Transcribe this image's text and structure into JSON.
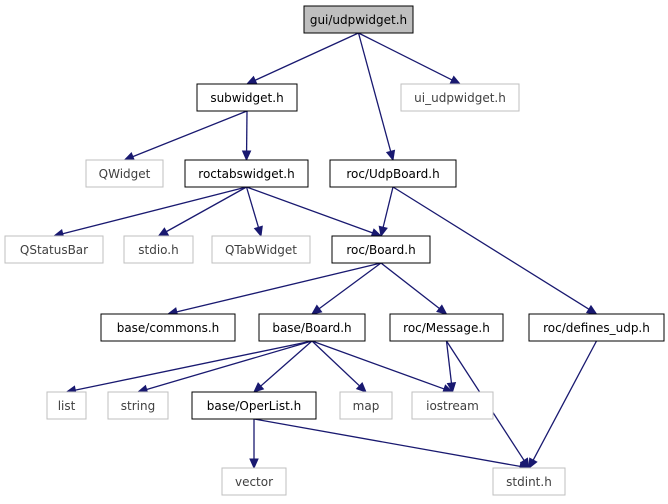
{
  "graph": {
    "nodes": [
      {
        "id": "n_udpwidget",
        "label": "gui/udpwidget.h",
        "style": "root"
      },
      {
        "id": "n_subwidget",
        "label": "subwidget.h",
        "style": "documented"
      },
      {
        "id": "n_ui_udp",
        "label": "ui_udpwidget.h",
        "style": "external"
      },
      {
        "id": "n_qwidget",
        "label": "QWidget",
        "style": "external"
      },
      {
        "id": "n_roctabs",
        "label": "roctabswidget.h",
        "style": "documented"
      },
      {
        "id": "n_udpboard",
        "label": "roc/UdpBoard.h",
        "style": "documented"
      },
      {
        "id": "n_qstatusbar",
        "label": "QStatusBar",
        "style": "external"
      },
      {
        "id": "n_stdio",
        "label": "stdio.h",
        "style": "external"
      },
      {
        "id": "n_qtabwidget",
        "label": "QTabWidget",
        "style": "external"
      },
      {
        "id": "n_rocboard",
        "label": "roc/Board.h",
        "style": "documented"
      },
      {
        "id": "n_commons",
        "label": "base/commons.h",
        "style": "documented"
      },
      {
        "id": "n_baseboard",
        "label": "base/Board.h",
        "style": "documented"
      },
      {
        "id": "n_message",
        "label": "roc/Message.h",
        "style": "documented"
      },
      {
        "id": "n_defines",
        "label": "roc/defines_udp.h",
        "style": "documented"
      },
      {
        "id": "n_list",
        "label": "list",
        "style": "external"
      },
      {
        "id": "n_string",
        "label": "string",
        "style": "external"
      },
      {
        "id": "n_operlist",
        "label": "base/OperList.h",
        "style": "documented"
      },
      {
        "id": "n_map",
        "label": "map",
        "style": "external"
      },
      {
        "id": "n_iostream",
        "label": "iostream",
        "style": "external"
      },
      {
        "id": "n_vector",
        "label": "vector",
        "style": "external"
      },
      {
        "id": "n_stdint",
        "label": "stdint.h",
        "style": "external"
      }
    ],
    "edges": [
      [
        "n_udpwidget",
        "n_subwidget"
      ],
      [
        "n_udpwidget",
        "n_ui_udp"
      ],
      [
        "n_udpwidget",
        "n_udpboard"
      ],
      [
        "n_subwidget",
        "n_qwidget"
      ],
      [
        "n_subwidget",
        "n_roctabs"
      ],
      [
        "n_roctabs",
        "n_qstatusbar"
      ],
      [
        "n_roctabs",
        "n_stdio"
      ],
      [
        "n_roctabs",
        "n_qtabwidget"
      ],
      [
        "n_roctabs",
        "n_rocboard"
      ],
      [
        "n_udpboard",
        "n_rocboard"
      ],
      [
        "n_udpboard",
        "n_defines"
      ],
      [
        "n_rocboard",
        "n_commons"
      ],
      [
        "n_rocboard",
        "n_baseboard"
      ],
      [
        "n_rocboard",
        "n_message"
      ],
      [
        "n_baseboard",
        "n_list"
      ],
      [
        "n_baseboard",
        "n_string"
      ],
      [
        "n_baseboard",
        "n_operlist"
      ],
      [
        "n_baseboard",
        "n_map"
      ],
      [
        "n_baseboard",
        "n_iostream"
      ],
      [
        "n_message",
        "n_iostream"
      ],
      [
        "n_message",
        "n_stdint"
      ],
      [
        "n_operlist",
        "n_vector"
      ],
      [
        "n_operlist",
        "n_stdint"
      ],
      [
        "n_defines",
        "n_stdint"
      ]
    ],
    "colors": {
      "edge": "#191970",
      "documented_border": "#000000",
      "external_border": "#bfbfbf",
      "root_fill": "#bfbfbf",
      "text_documented": "#000000",
      "text_external": "#404040"
    }
  }
}
